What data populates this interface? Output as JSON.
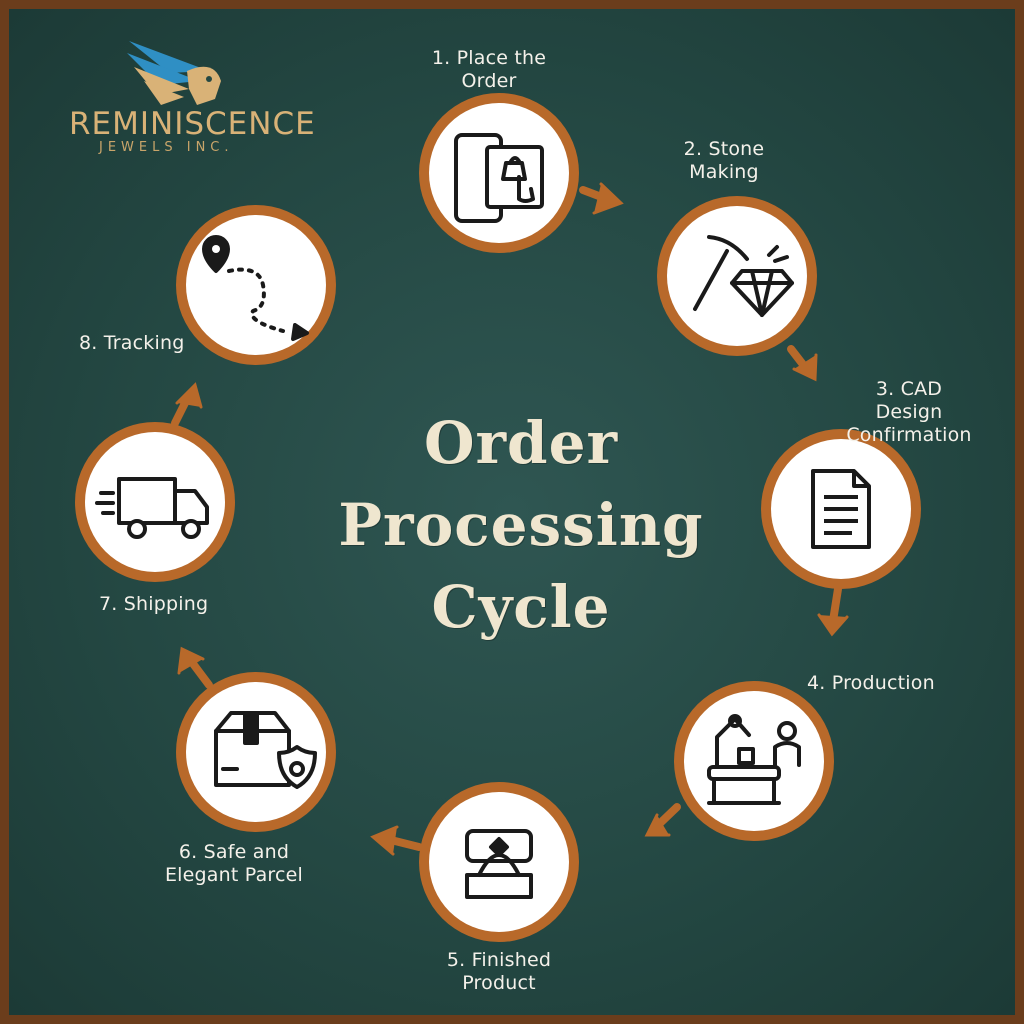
{
  "brand": {
    "name": "REMINISCENCE",
    "tagline": "JEWELS INC."
  },
  "title": {
    "line1": "Order",
    "line2": "Processing",
    "line3": "Cycle"
  },
  "steps": [
    {
      "label": "1. Place the\nOrder",
      "icon": "shopping-phone-icon"
    },
    {
      "label": "2. Stone\nMaking",
      "icon": "pickaxe-diamond-icon"
    },
    {
      "label": "3. CAD Design\nConfirmation",
      "icon": "document-icon"
    },
    {
      "label": "4. Production",
      "icon": "factory-worker-icon"
    },
    {
      "label": "5. Finished\nProduct",
      "icon": "ring-box-icon"
    },
    {
      "label": "6. Safe and\nElegant Parcel",
      "icon": "parcel-shield-icon"
    },
    {
      "label": "7. Shipping",
      "icon": "delivery-truck-icon"
    },
    {
      "label": "8. Tracking",
      "icon": "location-route-icon"
    }
  ],
  "colors": {
    "background": "#244843",
    "ring": "#b8692a",
    "arrow": "#b8692a",
    "frame": "#6b3d1c",
    "title": "#efe6cf",
    "brand_gold": "#d9b277",
    "brand_blue": "#2f8fc4"
  }
}
